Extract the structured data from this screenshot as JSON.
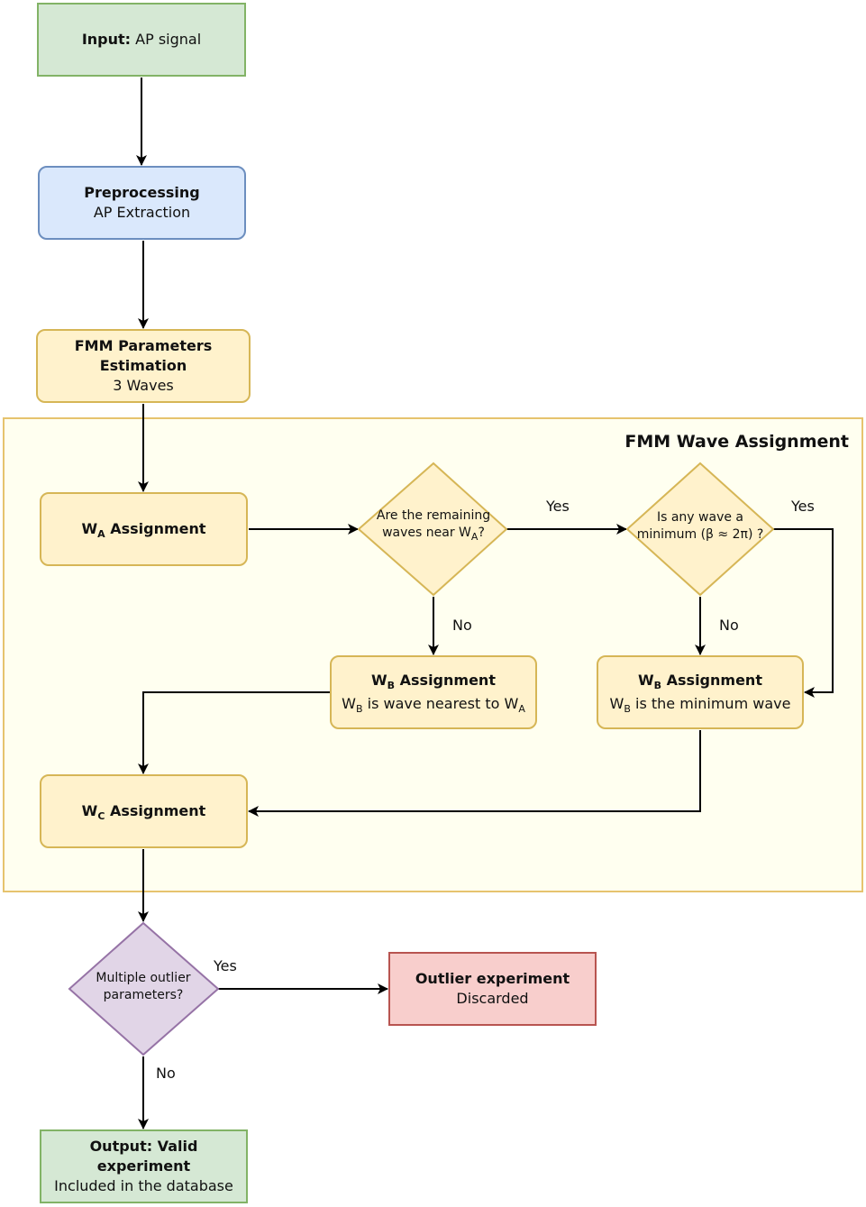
{
  "input": {
    "title": "Input:",
    "text": "AP signal"
  },
  "preprocessing": {
    "title": "Preprocessing",
    "text": "AP Extraction"
  },
  "estimation": {
    "title": "FMM Parameters Estimation",
    "text": "3 Waves"
  },
  "wave_assignment": {
    "title": "FMM Wave Assignment",
    "wa_box": {
      "w": "W",
      "sub": "A",
      "text": "Assignment"
    },
    "decision_near": {
      "line1": "Are the remaining",
      "line2_prefix": "waves near W",
      "line2_sub": "A",
      "line2_suffix": "?"
    },
    "decision_min": {
      "line1": "Is any wave a",
      "line2": "minimum (β ≈ 2π) ?"
    },
    "wb_nearest": {
      "w": "W",
      "sub": "B",
      "title": "Assignment",
      "desc_w": "W",
      "desc_sub": "B",
      "desc_mid": "is wave nearest to W",
      "desc_sub2": "A"
    },
    "wb_minimum": {
      "w": "W",
      "sub": "B",
      "title": "Assignment",
      "desc_w": "W",
      "desc_sub": "B",
      "desc_mid": "is the minimum wave"
    },
    "wc_box": {
      "w": "W",
      "sub": "C",
      "text": "Assignment"
    }
  },
  "outlier_decision": {
    "line1": "Multiple outlier",
    "line2": "parameters?"
  },
  "outlier_box": {
    "title": "Outlier experiment",
    "text": "Discarded"
  },
  "output": {
    "title": "Output: Valid experiment",
    "text": "Included in the database"
  },
  "edge_labels": {
    "yes1": "Yes",
    "yes2": "Yes",
    "no1": "No",
    "no2": "No",
    "yes3": "Yes",
    "no3": "No"
  },
  "colors": {
    "io_fill": "#d5e8d4",
    "io_stroke": "#82b366",
    "prep_fill": "#dae8fc",
    "prep_stroke": "#6c8ebf",
    "step_fill": "#fff2cc",
    "step_stroke": "#d6b656",
    "decision_purple_fill": "#e1d5e7",
    "decision_purple_stroke": "#9673a6",
    "outlier_fill": "#f8cecc",
    "outlier_stroke": "#b85450"
  }
}
